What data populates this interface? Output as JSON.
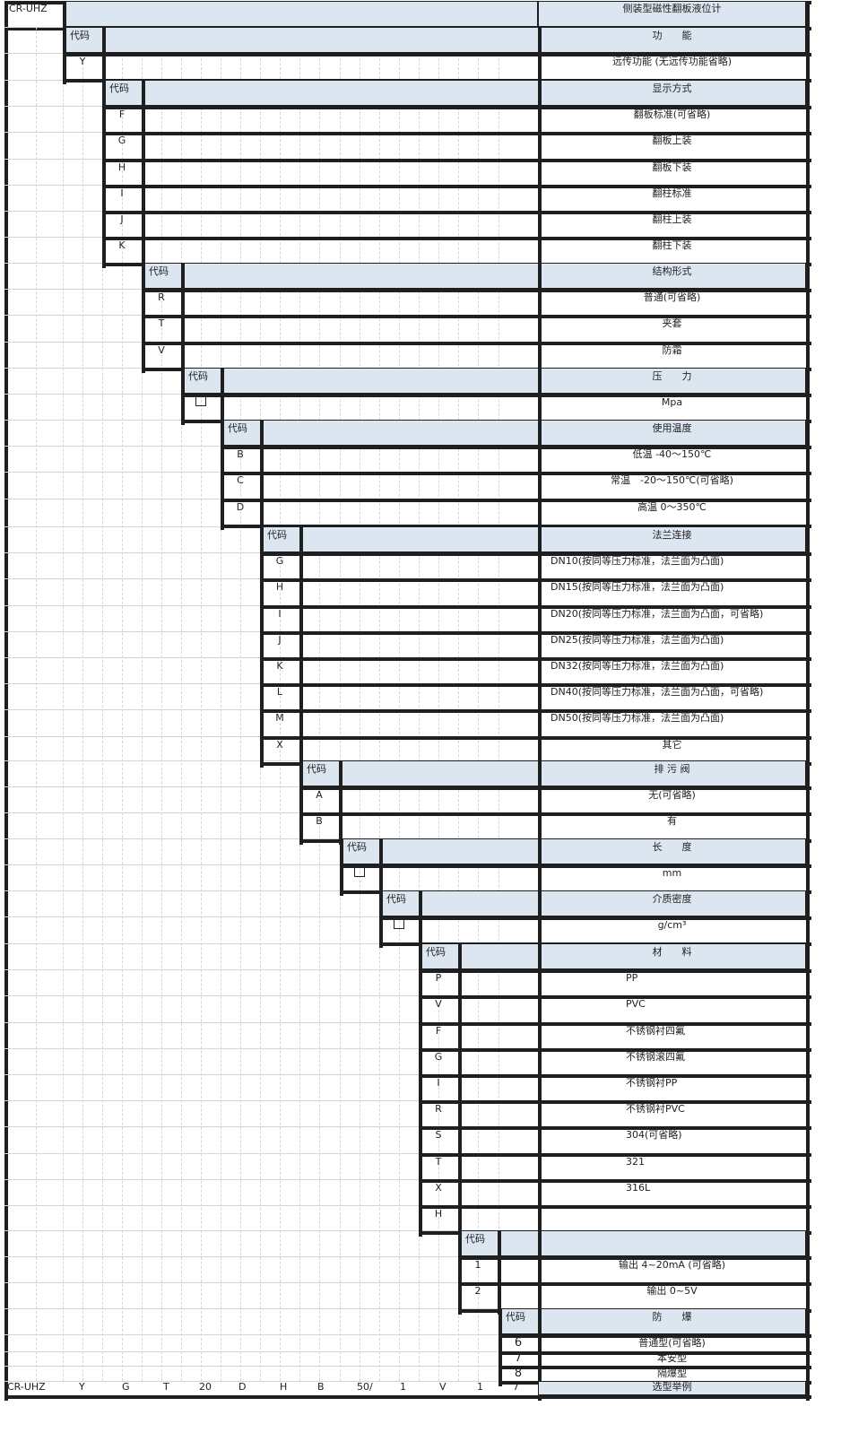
{
  "model_prefix": "CR-UHZ",
  "product_title": "侧装型磁性翻板液位计",
  "code_header": "代码",
  "blank_marker": "□",
  "groups": [
    {
      "header": "功　　能",
      "items": [
        {
          "code": "Y",
          "desc": "远传功能 (无远传功能省略)"
        }
      ]
    },
    {
      "header": "显示方式",
      "items": [
        {
          "code": "F",
          "desc": "翻板标准(可省略)"
        },
        {
          "code": "G",
          "desc": "翻板上装"
        },
        {
          "code": "H",
          "desc": "翻板下装"
        },
        {
          "code": "I",
          "desc": "翻柱标准"
        },
        {
          "code": "J",
          "desc": "翻柱上装"
        },
        {
          "code": "K",
          "desc": "翻柱下装"
        }
      ]
    },
    {
      "header": "结构形式",
      "items": [
        {
          "code": "R",
          "desc": "普通(可省略)"
        },
        {
          "code": "T",
          "desc": "夹套"
        },
        {
          "code": "V",
          "desc": "防霜"
        }
      ]
    },
    {
      "header": "压　　力",
      "items": [
        {
          "code": "□",
          "desc": "Mpa"
        }
      ]
    },
    {
      "header": "使用温度",
      "items": [
        {
          "code": "B",
          "desc": "低温 -40～150℃"
        },
        {
          "code": "C",
          "desc": "常温　-20～150℃(可省略)"
        },
        {
          "code": "D",
          "desc": "高温 0～350℃"
        }
      ]
    },
    {
      "header": "法兰连接",
      "items": [
        {
          "code": "G",
          "desc": "DN10(按同等压力标准，法兰面为凸面)"
        },
        {
          "code": "H",
          "desc": "DN15(按同等压力标准，法兰面为凸面)"
        },
        {
          "code": "I",
          "desc": "DN20(按同等压力标准，法兰面为凸面，可省略)"
        },
        {
          "code": "J",
          "desc": "DN25(按同等压力标准，法兰面为凸面)"
        },
        {
          "code": "K",
          "desc": "DN32(按同等压力标准，法兰面为凸面)"
        },
        {
          "code": "L",
          "desc": "DN40(按同等压力标准，法兰面为凸面，可省略)"
        },
        {
          "code": "M",
          "desc": "DN50(按同等压力标准，法兰面为凸面)"
        },
        {
          "code": "X",
          "desc": "其它"
        }
      ]
    },
    {
      "header": "排 污 阀",
      "items": [
        {
          "code": "A",
          "desc": "无(可省略)"
        },
        {
          "code": "B",
          "desc": "有"
        }
      ]
    },
    {
      "header": "长　　度",
      "items": [
        {
          "code": "□",
          "desc": "mm"
        }
      ]
    },
    {
      "header": "介质密度",
      "items": [
        {
          "code": "□",
          "desc": "g/cm³"
        }
      ]
    },
    {
      "header": "材　　料",
      "items": [
        {
          "code": "P",
          "desc": "PP"
        },
        {
          "code": "V",
          "desc": "PVC"
        },
        {
          "code": "F",
          "desc": "不锈钢衬四氟"
        },
        {
          "code": "G",
          "desc": "不锈钢滚四氟"
        },
        {
          "code": "I",
          "desc": "不锈钢衬PP"
        },
        {
          "code": "R",
          "desc": "不锈钢衬PVC"
        },
        {
          "code": "S",
          "desc": "304(可省略)"
        },
        {
          "code": "T",
          "desc": "321"
        },
        {
          "code": "X",
          "desc": "316L"
        },
        {
          "code": "H",
          "desc": ""
        }
      ]
    },
    {
      "header": "",
      "items": [
        {
          "code": "1",
          "desc": "输出 4~20mA (可省略)"
        },
        {
          "code": "2",
          "desc": "输出 0~5V"
        }
      ]
    },
    {
      "header": "防　　爆",
      "items": [
        {
          "code": "6",
          "desc": "普通型(可省略)"
        },
        {
          "code": "7",
          "desc": "本安型"
        },
        {
          "code": "8",
          "desc": "隔爆型"
        }
      ]
    }
  ],
  "example": {
    "label": "选型举例",
    "codes": [
      "CR-UHZ",
      "Y",
      "G",
      "T",
      "20",
      "D",
      "H",
      "B",
      "50/",
      "1",
      "V",
      "1",
      "7"
    ]
  }
}
